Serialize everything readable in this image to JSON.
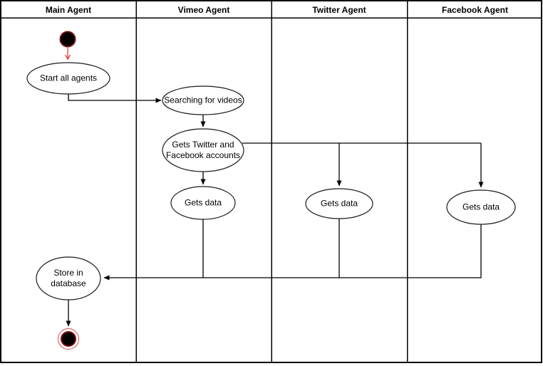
{
  "lanes": [
    {
      "label": "Main Agent"
    },
    {
      "label": "Vimeo Agent"
    },
    {
      "label": "Twitter Agent"
    },
    {
      "label": "Facebook Agent"
    }
  ],
  "nodes": {
    "start_all_agents": "Start all agents",
    "searching_for_videos": "Searching for videos",
    "gets_accounts": "Gets Twitter and Facebook accounts",
    "gets_data_vimeo": "Gets data",
    "gets_data_twitter": "Gets data",
    "gets_data_facebook": "Gets data",
    "store_in_database": "Store in database"
  },
  "colors": {
    "line": "#000000",
    "shape_stroke": "#1a1a1a",
    "shape_fill": "#ffffff",
    "red_accent": "#d93025",
    "dark_red_rim": "#7a1010",
    "end_ring_red": "#d46a6a"
  }
}
